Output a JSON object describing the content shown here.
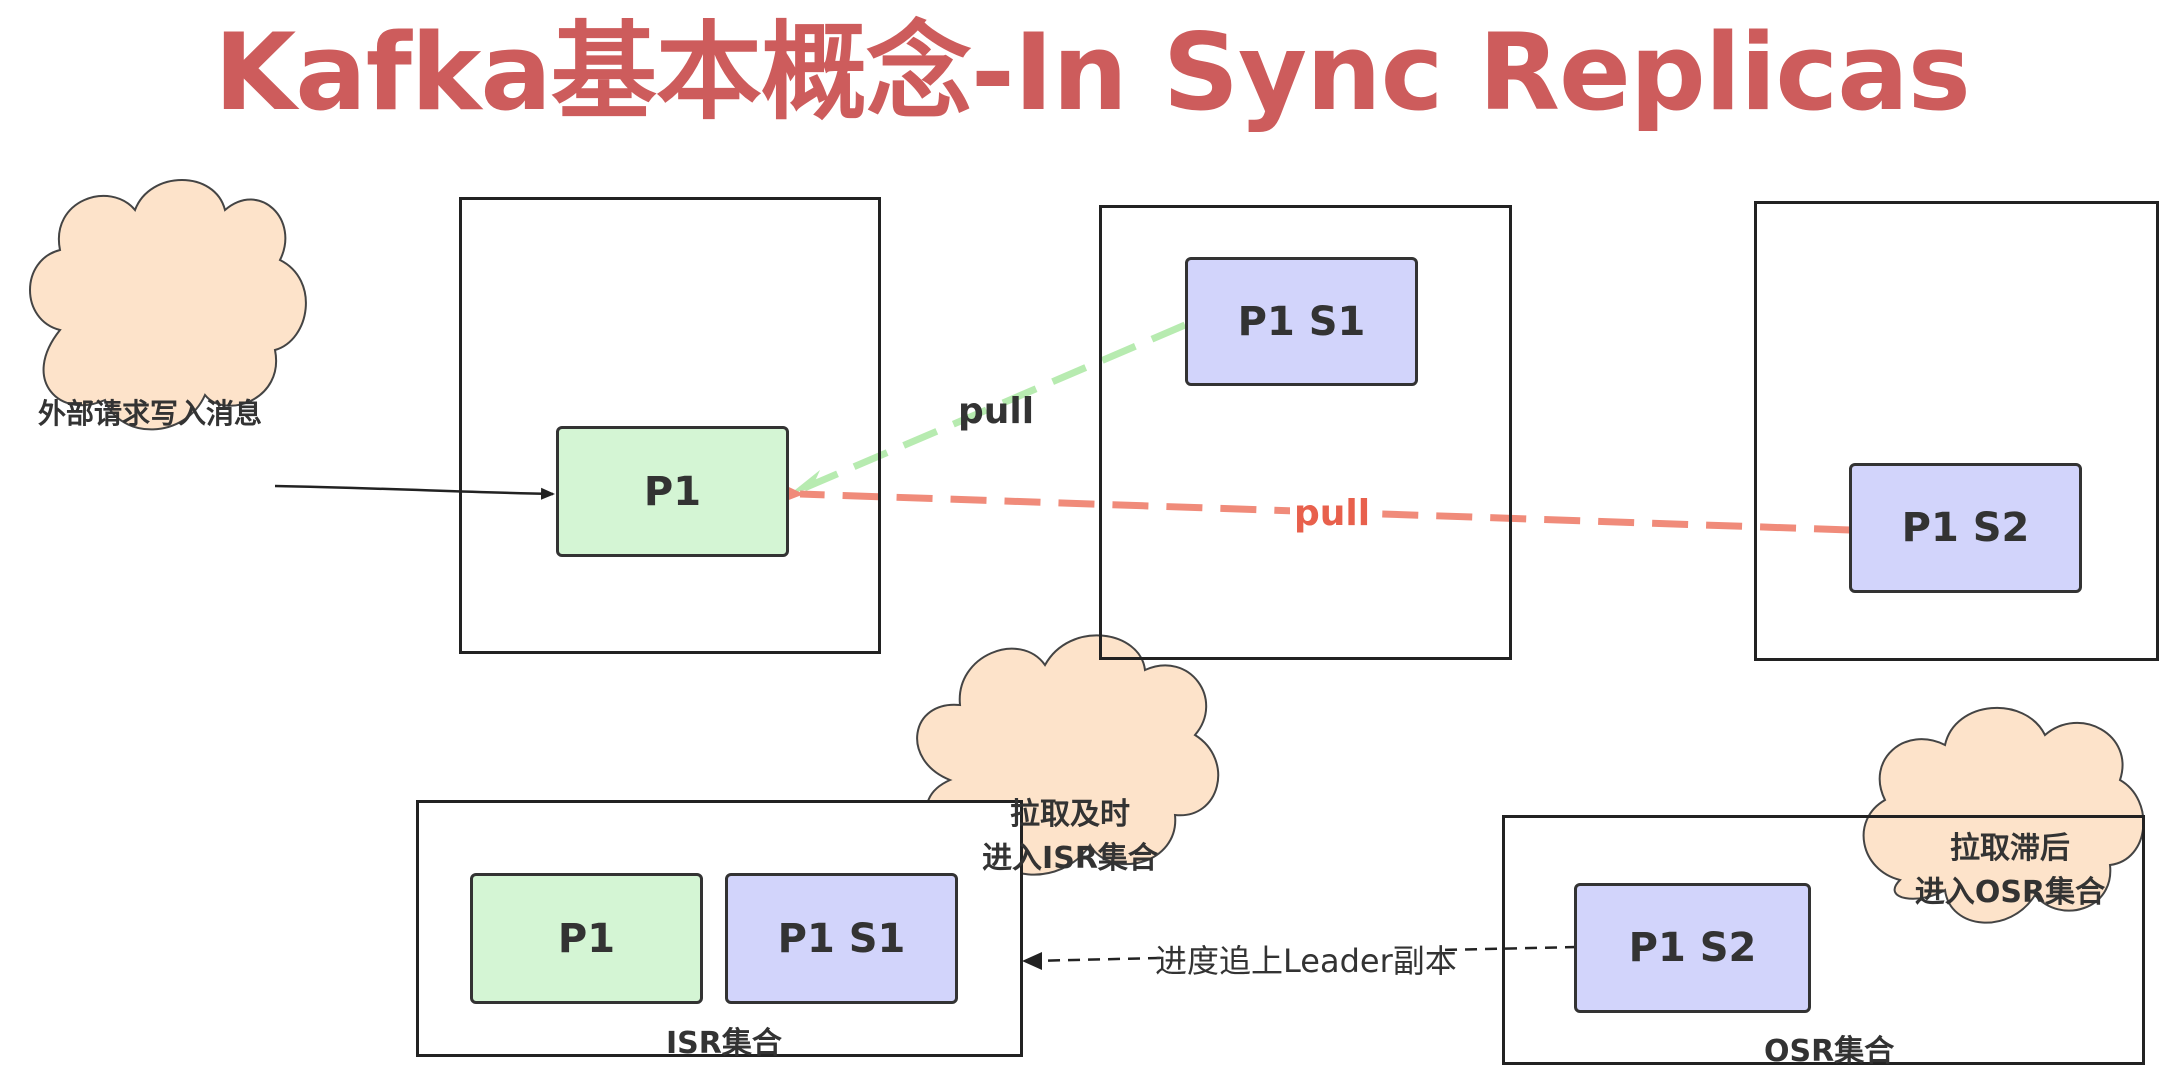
{
  "title": "Kafka基本概念-In Sync Replicas",
  "external_request": "外部请求写入消息",
  "nodes": {
    "leader": "P1",
    "follower1": "P1 S1",
    "follower2": "P1 S2"
  },
  "edges": {
    "pull_s1": "pull",
    "pull_s2": "pull",
    "catch_up": "进度追上Leader副本"
  },
  "isr": {
    "label": "ISR集合",
    "members": [
      "P1",
      "P1 S1"
    ],
    "note_line1": "拉取及时",
    "note_line2": "进入ISR集合"
  },
  "osr": {
    "label": "OSR集合",
    "members": [
      "P1 S2"
    ],
    "note_line1": "拉取滞后",
    "note_line2": "进入OSR集合"
  },
  "colors": {
    "title": "#cd5c5c",
    "leader_fill": "#d4f5d4",
    "replica_fill": "#d2d4fb",
    "cloud_fill": "#fde3ca",
    "pull_s1_line": "#b7ebb0",
    "pull_s2_line": "#f08b7a",
    "pull_s2_text": "#e8604c"
  }
}
